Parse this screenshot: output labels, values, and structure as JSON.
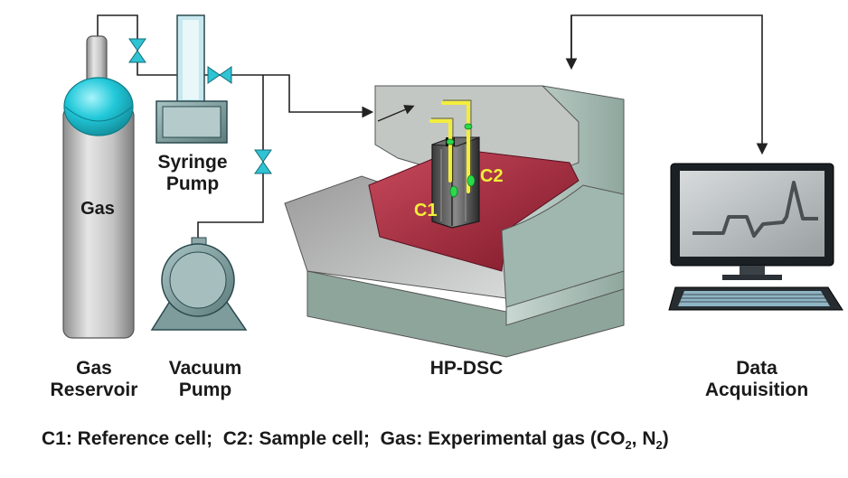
{
  "labels": {
    "gas": "Gas",
    "syringe_pump": [
      "Syringe",
      "Pump"
    ],
    "gas_reservoir": [
      "Gas",
      "Reservoir"
    ],
    "vacuum_pump": [
      "Vacuum",
      "Pump"
    ],
    "hp_dsc": "HP-DSC",
    "data_acquisition": [
      "Data",
      "Acquisition"
    ],
    "c1": "C1",
    "c2": "C2"
  },
  "caption": {
    "c1_part": "C1: Reference cell;",
    "c2_part": "C2: Sample cell;",
    "gas_prefix": "Gas: Experimental gas (CO",
    "sub_2": "2",
    "sep": ", N",
    "close": ")"
  },
  "colors": {
    "cylinder_cap": "#21c8d9",
    "cylinder_body": "#c8c8c8",
    "valve": "#2fc3d3",
    "oven_red": "#a8243c",
    "cell_tubes": "#f3ee3d",
    "indicator": "#2bd94a",
    "screen": "#b4b9bb"
  },
  "icons": [
    "gas-cylinder-icon",
    "valve-icon",
    "syringe-pump-icon",
    "vacuum-pump-icon",
    "dsc-instrument-icon",
    "computer-monitor-icon",
    "keyboard-icon"
  ]
}
